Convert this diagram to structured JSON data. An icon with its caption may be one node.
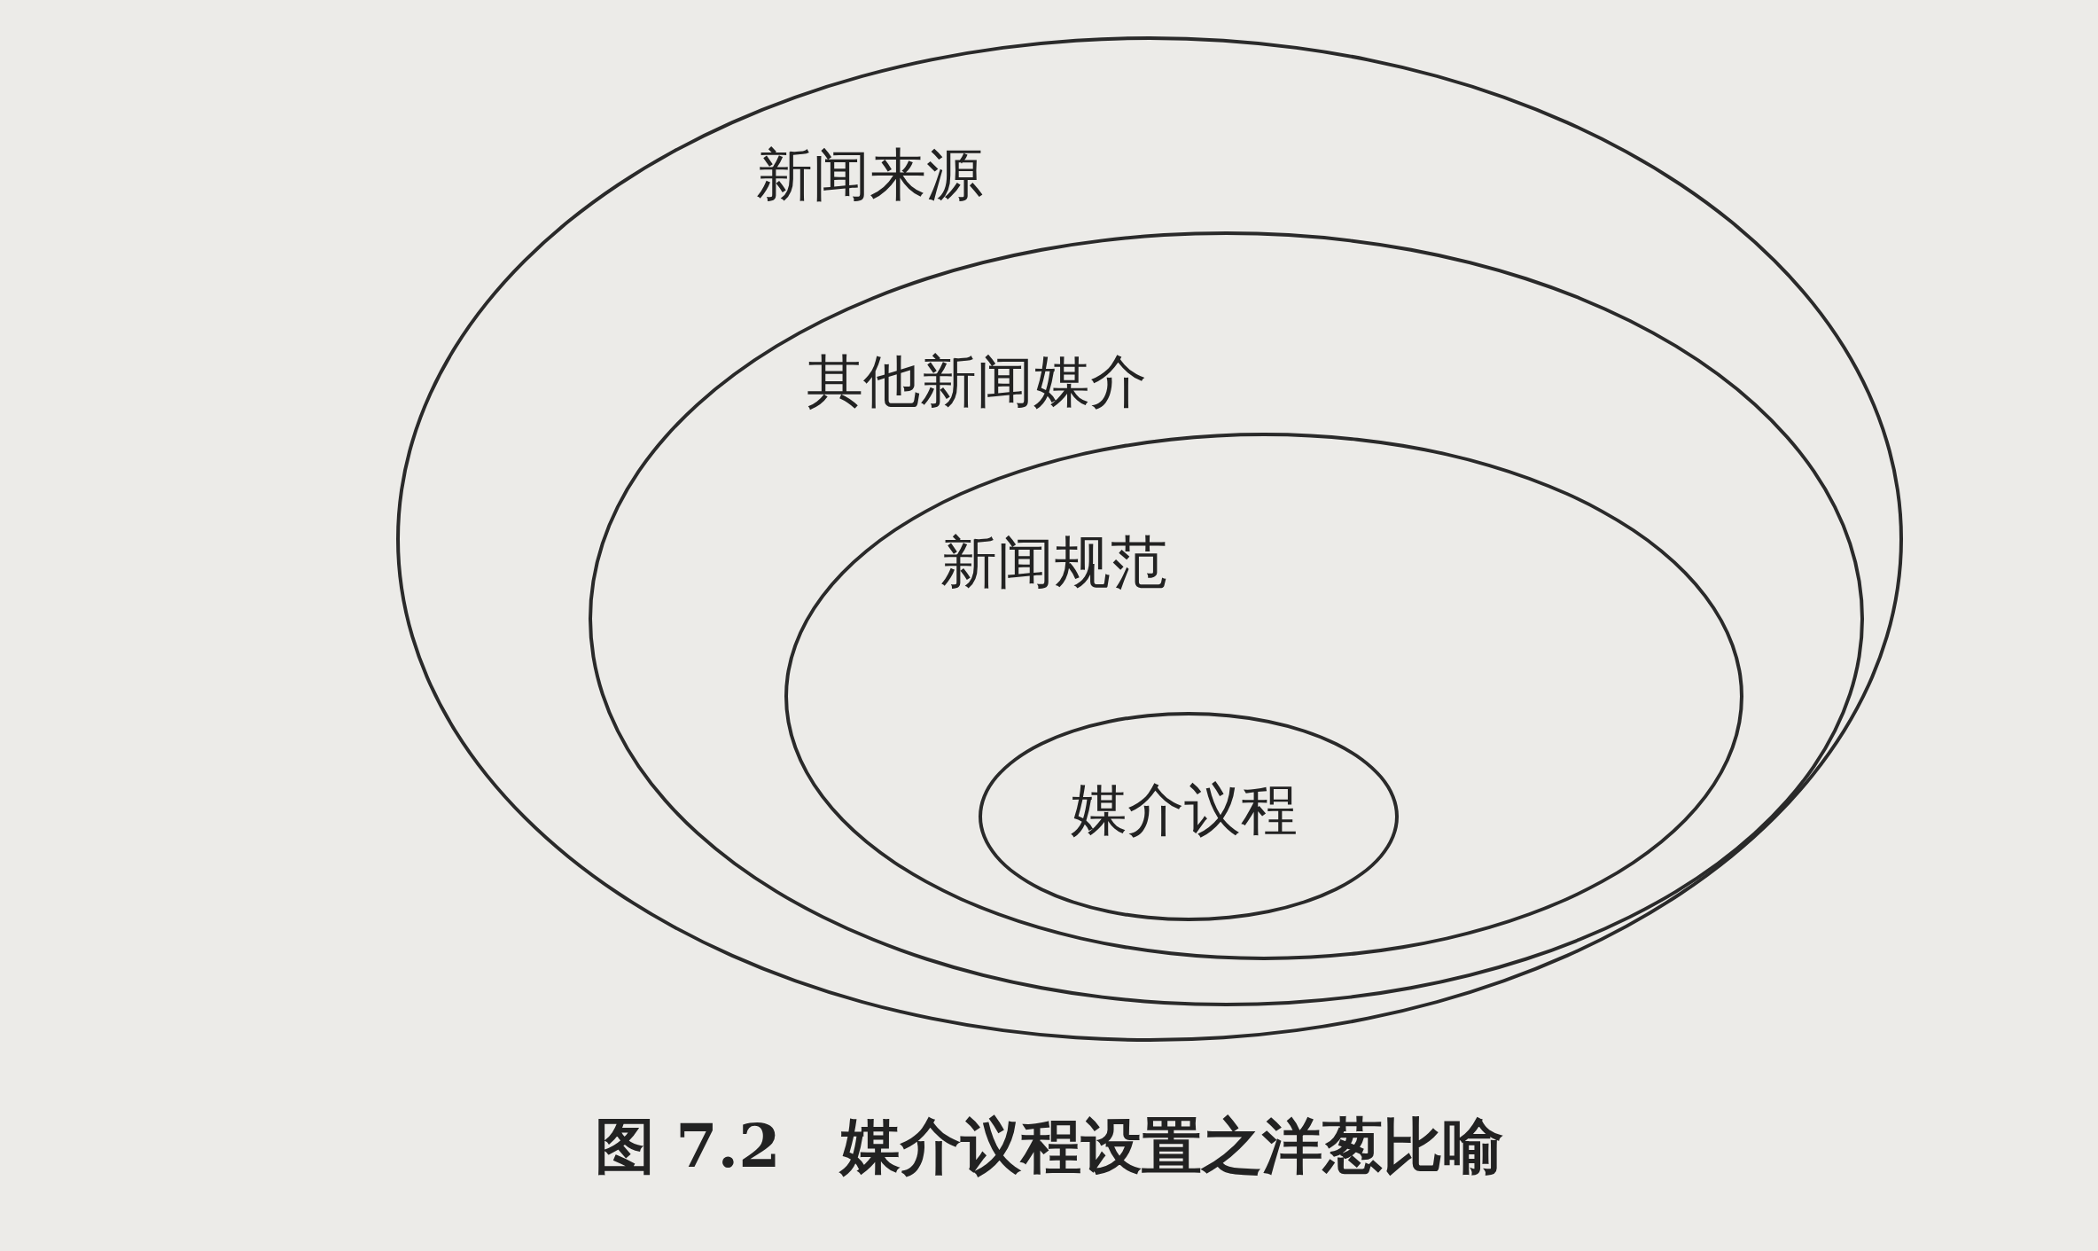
{
  "diagram": {
    "caption": "图 7.2　媒介议程设置之洋葱比喻",
    "nodes": [
      {
        "text": [
          "新闻来源"
        ]
      },
      {
        "text": [
          "其他新闻媒介"
        ],
        "in": 0
      },
      {
        "text": [
          "新闻规范"
        ],
        "in": 1
      },
      {
        "text": [
          "媒介议程"
        ],
        "in": 2
      }
    ]
  }
}
